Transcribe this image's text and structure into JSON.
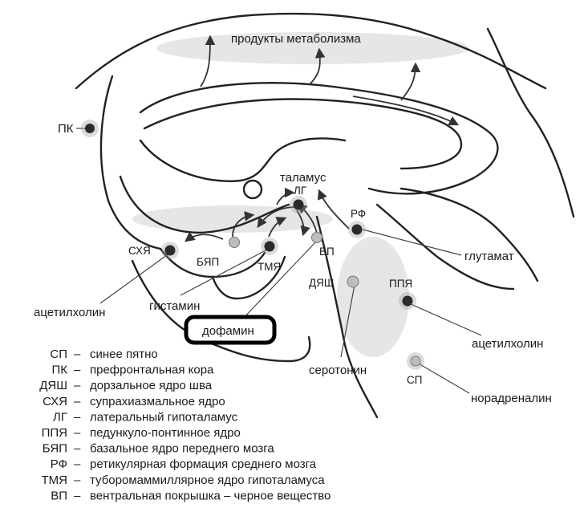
{
  "labels": {
    "metabolism": "продукты метаболизма",
    "pk": "ПК",
    "talamus": "таламус",
    "lg": "ЛГ",
    "rf": "РФ",
    "glutamat": "глутамат",
    "skhya": "СХЯ",
    "byap": "БЯП",
    "tmya": "ТМЯ",
    "vp": "ВП",
    "dyash": "ДЯШ",
    "ppya": "ППЯ",
    "acetylcholine_left": "ацетилхолин",
    "histamine": "гистамин",
    "dopamine": "дофамин",
    "acetylcholine_right": "ацетилхолин",
    "serotonin": "серотонин",
    "sp": "СП",
    "noradrenaline": "норадреналин"
  },
  "legend": [
    {
      "abbr": "СП",
      "dash": "–",
      "text": "синее пятно"
    },
    {
      "abbr": "ПК",
      "dash": "–",
      "text": "префронтальная кора"
    },
    {
      "abbr": "ДЯШ",
      "dash": "–",
      "text": "дорзальное ядро шва"
    },
    {
      "abbr": "СХЯ",
      "dash": "–",
      "text": "супрахиазмальное ядро"
    },
    {
      "abbr": "ЛГ",
      "dash": "–",
      "text": "латеральный гипоталамус"
    },
    {
      "abbr": "ППЯ",
      "dash": "–",
      "text": "педункуло-понтинное ядро"
    },
    {
      "abbr": "БЯП",
      "dash": "–",
      "text": "базальное ядро переднего мозга"
    },
    {
      "abbr": "РФ",
      "dash": "–",
      "text": "ретикулярная формация среднего мозга"
    },
    {
      "abbr": "ТМЯ",
      "dash": "–",
      "text": "туборомаммиллярное ядро гипоталамуса"
    },
    {
      "abbr": "ВП",
      "dash": "–",
      "text": "вентральная покрышка – черное вещество"
    }
  ]
}
